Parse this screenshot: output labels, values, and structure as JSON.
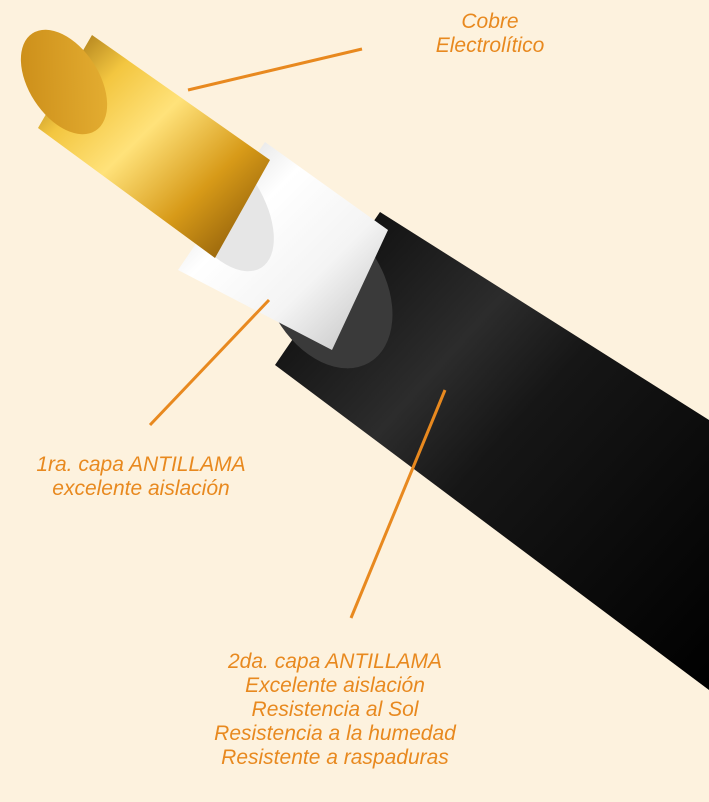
{
  "colors": {
    "background": "#fdf2de",
    "label_text": "#e8891f",
    "leader_line": "#e8891f",
    "copper": "#d9a21c",
    "inner_insulation": "#f2f2f2",
    "outer_sheath": "#111111"
  },
  "labels": {
    "copper": [
      "Cobre",
      "Electrolítico"
    ],
    "layer1": [
      "1ra. capa ANTILLAMA",
      "excelente aislación"
    ],
    "layer2": [
      "2da. capa ANTILLAMA",
      "Excelente aislación",
      "Resistencia al Sol",
      "Resistencia a la humedad",
      "Resistente a raspaduras"
    ]
  }
}
